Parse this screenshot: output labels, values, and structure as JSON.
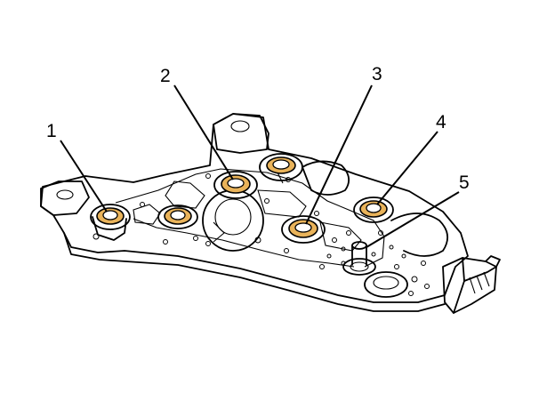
{
  "diagram": {
    "seal_color": "#e9b35a",
    "callouts": [
      {
        "label": "1"
      },
      {
        "label": "2"
      },
      {
        "label": "3"
      },
      {
        "label": "4"
      },
      {
        "label": "5"
      }
    ]
  }
}
